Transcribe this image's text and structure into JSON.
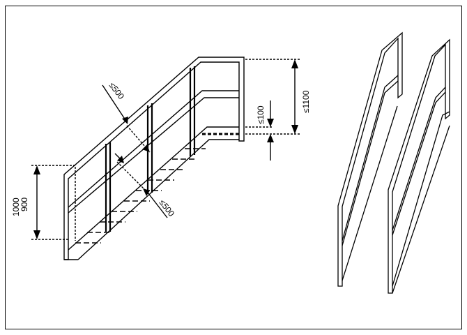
{
  "labels": {
    "rail_spacing_top": "≤500",
    "rail_spacing_bottom": "≤500",
    "toe_gap": "≤100",
    "landing_height": "≤1100",
    "stair_height_1": "1000",
    "stair_height_2": "900"
  },
  "colors": {
    "line": "#000000",
    "background": "#ffffff",
    "tread_fill": "#c8c8c8"
  }
}
